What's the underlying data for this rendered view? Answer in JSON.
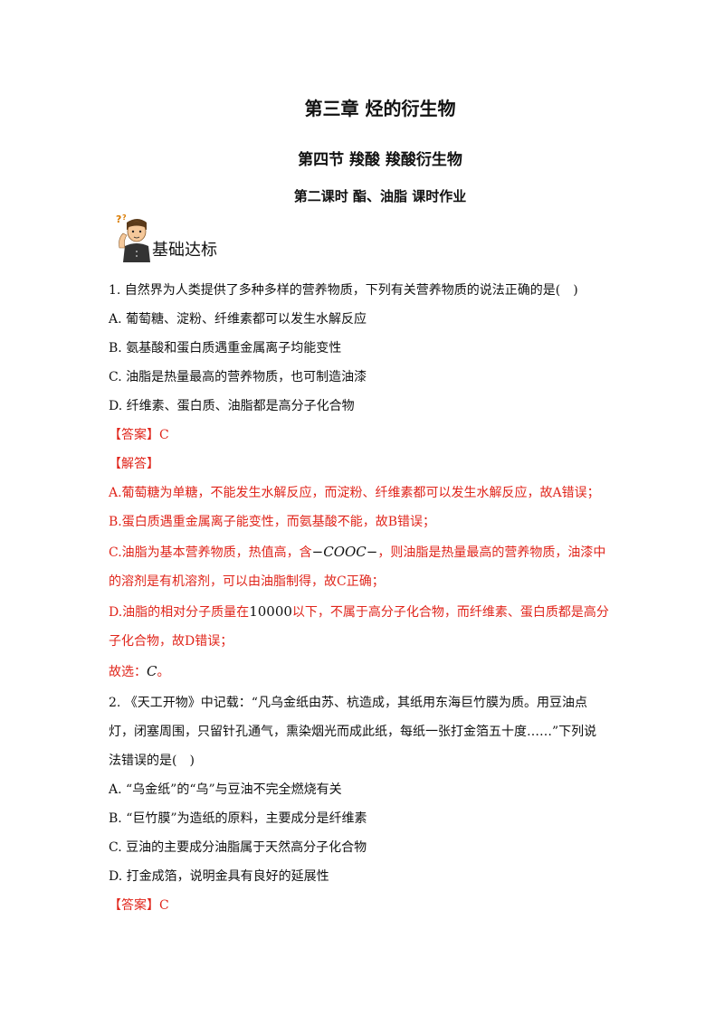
{
  "titles": {
    "chapter": "第三章 烃的衍生物",
    "section": "第四节 羧酸 羧酸衍生物",
    "lesson": "第二课时 酯、油脂 课时作业"
  },
  "section_label": "基础达标",
  "q1": {
    "stem": "1. 自然界为人类提供了多种多样的营养物质，下列有关营养物质的说法正确的是(　)",
    "options": [
      "A. 葡萄糖、淀粉、纤维素都可以发生水解反应",
      "B. 氨基酸和蛋白质遇重金属离子均能变性",
      "C. 油脂是热量最高的营养物质，也可制造油漆",
      "D. 纤维素、蛋白质、油脂都是高分子化合物"
    ],
    "answer": "【答案】C",
    "analysis_head": "【解答】",
    "analysis": {
      "a": "A.葡萄糖为单糖，不能发生水解反应，而淀粉、纤维素都可以发生水解反应，故A错误；",
      "b": "B.蛋白质遇重金属离子能变性，而氨基酸不能，故B错误；",
      "c1_pre": "C.油脂为基本营养物质，热值高，含",
      "c1_formula": "−COOC−",
      "c1_post": "，则油脂是热量最高的营养物质，油漆中",
      "c2": "的溶剂是有机溶剂，可以由油脂制得，故C正确；",
      "d1_pre": "D.油脂的相对分子质量在",
      "d1_num": "10000",
      "d1_post": "以下，不属于高分子化合物，而纤维素、蛋白质都是高分",
      "d2": "子化合物，故D错误；",
      "choice_pre": "故选：",
      "choice_letter": "C",
      "choice_post": "。"
    }
  },
  "q2": {
    "stem1": "2. 《天工开物》中记载：“凡乌金纸由苏、杭造成，其纸用东海巨竹膜为质。用豆油点",
    "stem2": "灯，闭塞周围，只留针孔通气，熏染烟光而成此纸，每纸一张打金箔五十度……”下列说",
    "stem3": "法错误的是(　)",
    "options": [
      "A. “乌金纸”的“乌”与豆油不完全燃烧有关",
      "B. “巨竹膜”为造纸的原料，主要成分是纤维素",
      "C. 豆油的主要成分油脂属于天然高分子化合物",
      "D. 打金成箔，说明金具有良好的延展性"
    ],
    "answer": "【答案】C"
  }
}
